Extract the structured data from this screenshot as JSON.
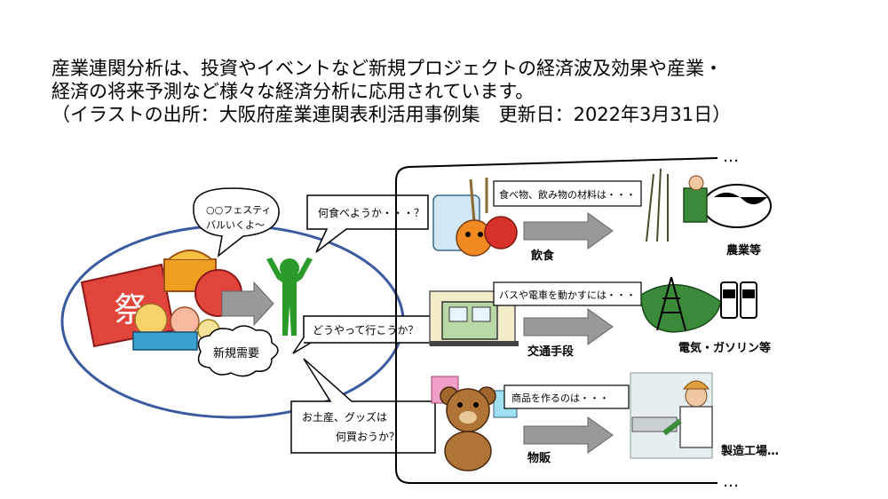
{
  "header": {
    "line1": "産業連関分析は、投資やイベントなど新規プロジェクトの経済波及効果や産業・",
    "line2": "経済の将来予測など様々な経済分析に応用されています。",
    "line3": "（イラストの出所：大阪府産業連関表利活用事例集　更新日：2022年3月31日）"
  },
  "left": {
    "festival_bubble": [
      "○○フェスティ",
      "バルいくよ～"
    ],
    "festival_sign": "祭",
    "new_demand": "新規需要"
  },
  "questions": {
    "food": "何食べようか・・・？",
    "transport": "どうやって行こうか？",
    "goods": [
      "お土産、グッズは",
      "何買おうか？"
    ]
  },
  "rows": [
    {
      "category": "飲食",
      "callout": "食べ物、飲み物の材料は・・・",
      "industry": "農業等"
    },
    {
      "category": "交通手段",
      "callout": "バスや電車を動かすには・・・",
      "industry": "電気・ガソリン等"
    },
    {
      "category": "物販",
      "callout": "商品を作るのは・・・",
      "industry": "製造工場…"
    }
  ],
  "ellipsis": "…",
  "colors": {
    "person": "#2a9a2a",
    "ellipse_stroke": "#3a5aa0",
    "arrow_fill": "#999999",
    "festival_red": "#e0443a"
  }
}
